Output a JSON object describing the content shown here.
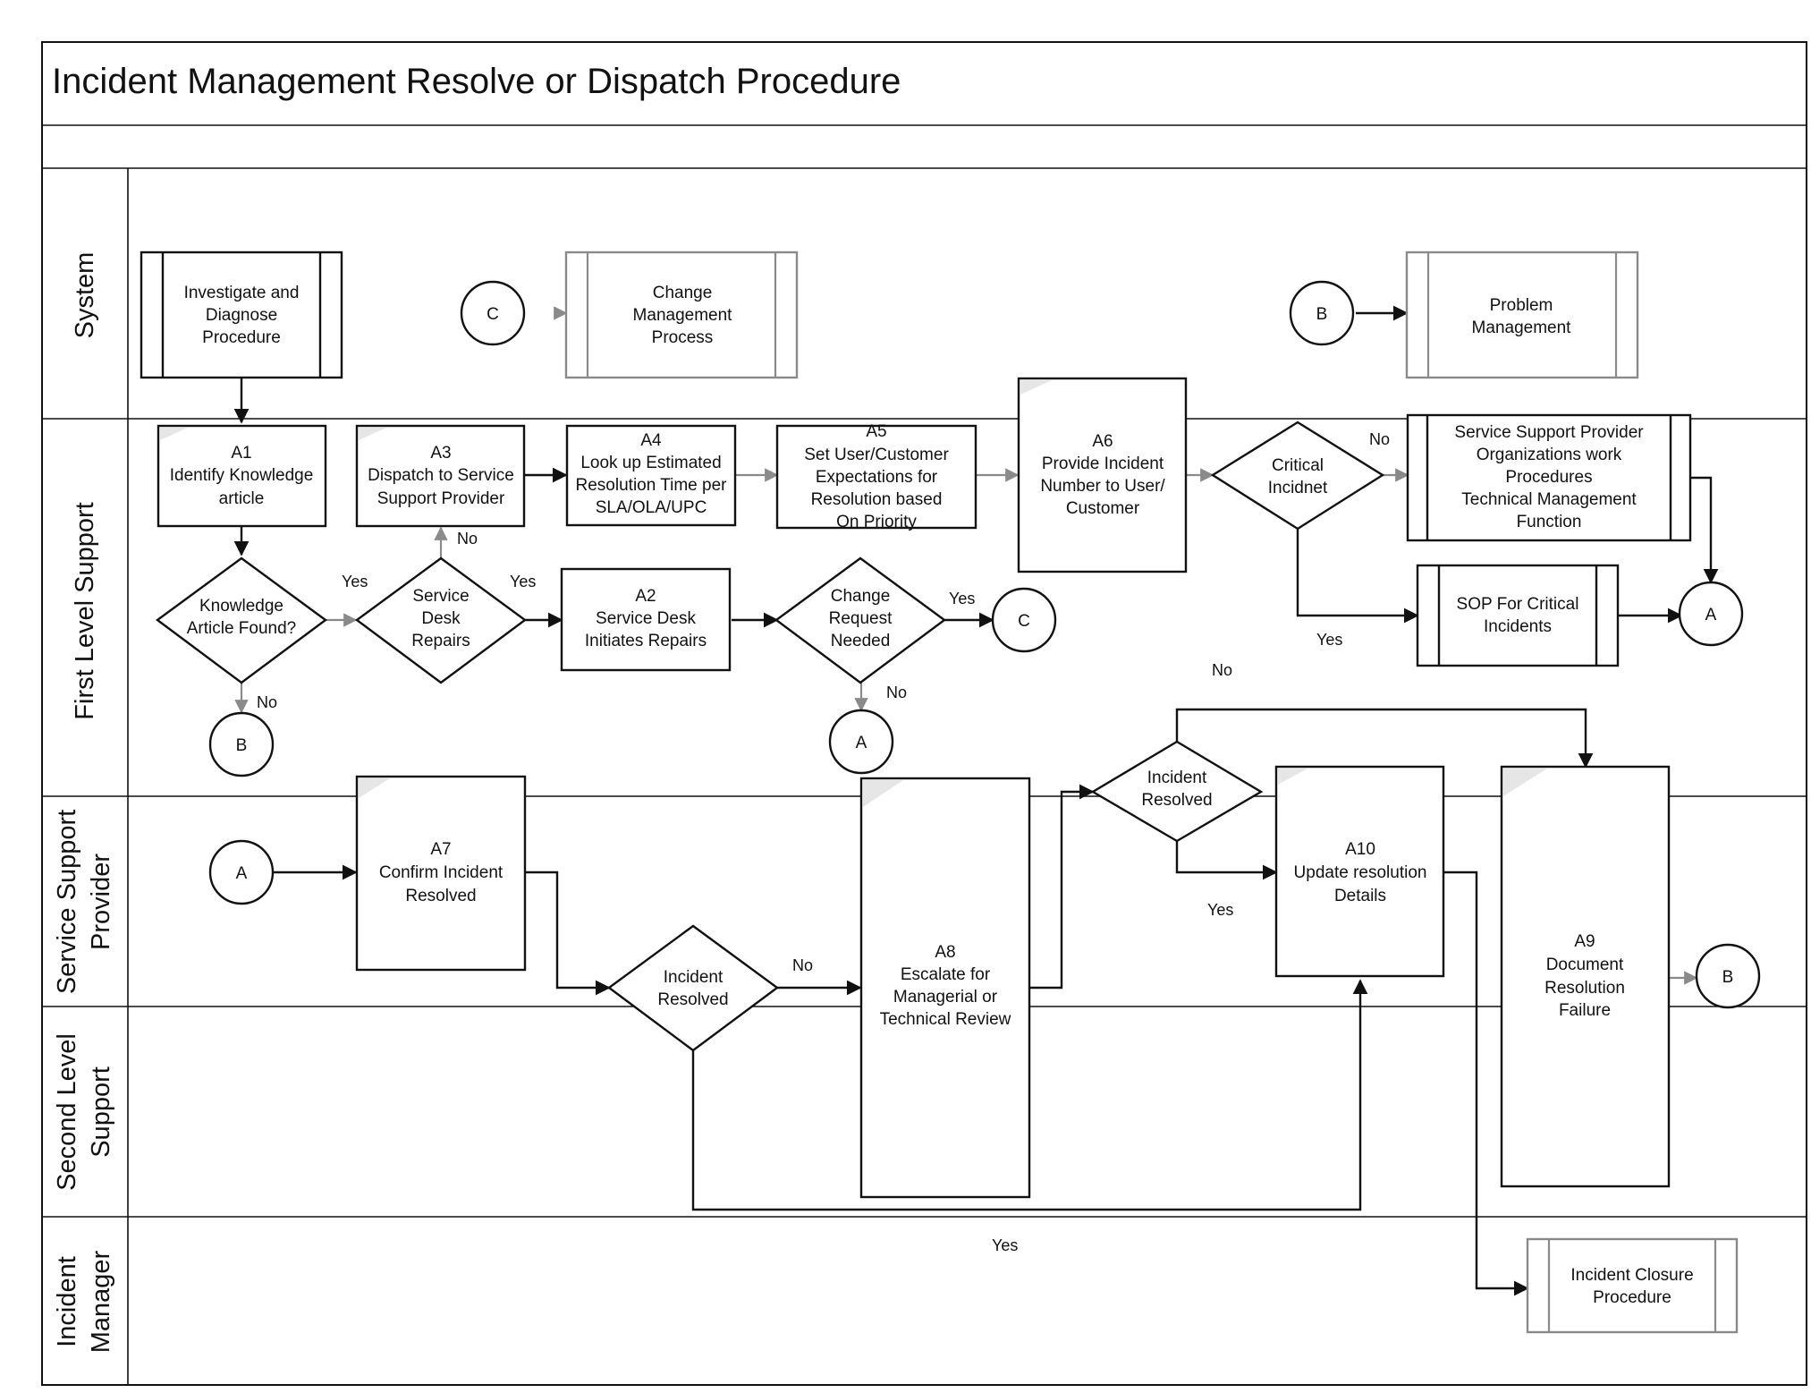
{
  "title": "Incident Management Resolve or Dispatch Procedure",
  "lanes": {
    "system": "System",
    "first_level": "First Level Support",
    "service_support_1": "Service Support",
    "service_support_2": "Provider",
    "second_level_1": "Second Level",
    "second_level_2": "Support",
    "incident_manager_1": "Incident",
    "incident_manager_2": "Manager"
  },
  "nodes": {
    "investigate": [
      "Investigate and",
      "Diagnose",
      "Procedure"
    ],
    "change_mgmt": [
      "Change",
      "Management",
      "Process"
    ],
    "problem_mgmt": [
      "Problem",
      "Management"
    ],
    "a1": [
      "A1",
      "Identify Knowledge",
      "article"
    ],
    "a3": [
      "A3",
      "Dispatch to Service",
      "Support Provider"
    ],
    "a4": [
      "A4",
      "Look up Estimated",
      "Resolution Time per",
      "SLA/OLA/UPC"
    ],
    "a5": [
      "A5",
      "Set User/Customer",
      "Expectations for",
      "Resolution based",
      "On Priority"
    ],
    "a6": [
      "A6",
      "Provide Incident",
      "Number to User/",
      "Customer"
    ],
    "critical": [
      "Critical",
      "Incidnet"
    ],
    "ssp_orgs": [
      "Service Support Provider",
      "Organizations work",
      "Procedures",
      "Technical Management",
      "Function"
    ],
    "knowledge_found": [
      "Knowledge",
      "Article Found?"
    ],
    "sd_repairs": [
      "Service",
      "Desk",
      "Repairs"
    ],
    "a2": [
      "A2",
      "Service Desk",
      "Initiates Repairs"
    ],
    "change_needed": [
      "Change",
      "Request",
      "Needed"
    ],
    "sop_critical": [
      "SOP For Critical",
      "Incidents"
    ],
    "a7": [
      "A7",
      "Confirm Incident",
      "Resolved"
    ],
    "resolved_1": [
      "Incident",
      "Resolved"
    ],
    "a8": [
      "A8",
      "Escalate for",
      "Managerial or",
      "Technical Review"
    ],
    "resolved_2": [
      "Incident",
      "Resolved"
    ],
    "a10": [
      "A10",
      "Update resolution",
      "Details"
    ],
    "a9": [
      "A9",
      "Document",
      "Resolution",
      "Failure"
    ],
    "closure": [
      "Incident Closure",
      "Procedure"
    ]
  },
  "connectors": {
    "c_system": "C",
    "b_system": "B",
    "b_knowledge": "B",
    "c_change": "C",
    "a_change": "A",
    "a_sop": "A",
    "a_ssp": "A",
    "b_a9": "B"
  },
  "edge_labels": {
    "yes_knowledge": "Yes",
    "no_knowledge": "No",
    "no_sd": "No",
    "yes_sd": "Yes",
    "yes_change": "Yes",
    "no_change": "No",
    "no_critical": "No",
    "yes_critical": "Yes",
    "no_resolved_1": "No",
    "yes_resolved_1": "Yes",
    "no_resolved_2": "No",
    "yes_resolved_2": "Yes"
  }
}
